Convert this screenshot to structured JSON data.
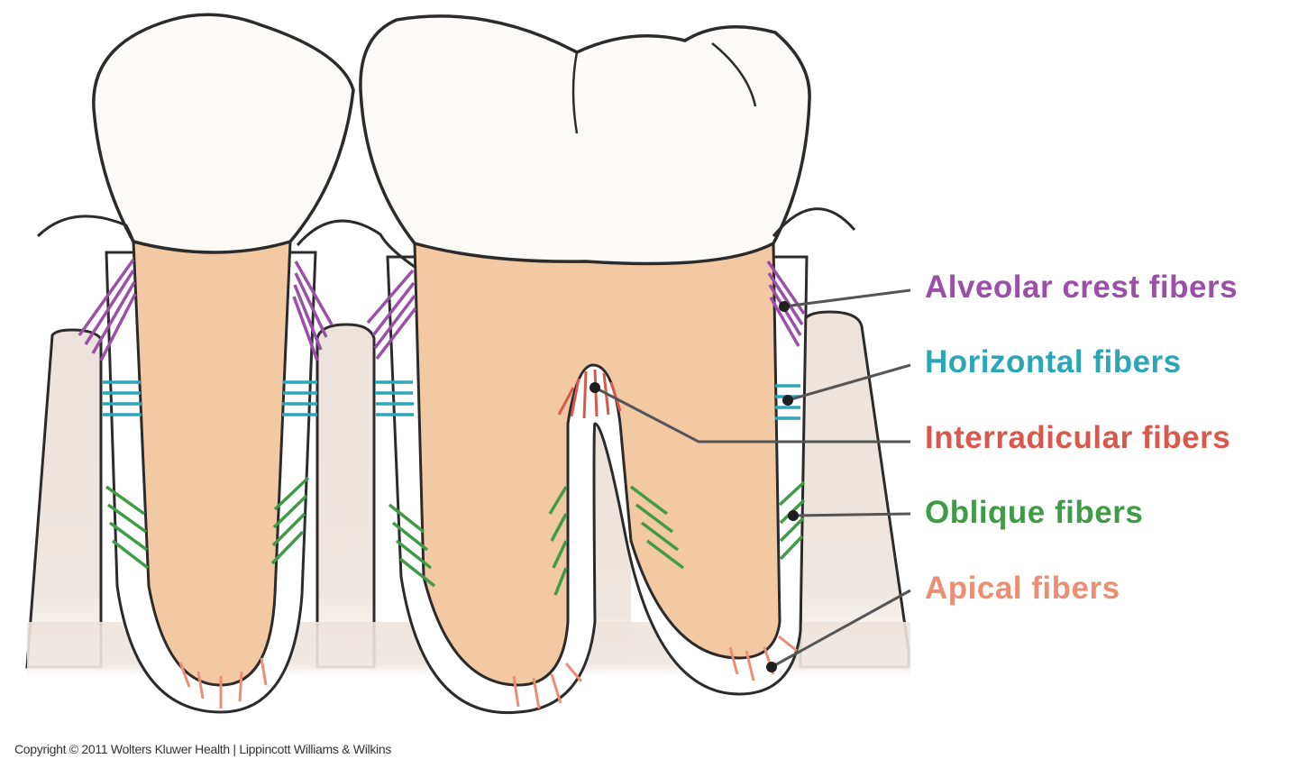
{
  "labels": {
    "alveolar_crest": "Alveolar crest fibers",
    "horizontal": "Horizontal fibers",
    "interradicular": "Interradicular fibers",
    "oblique": "Oblique fibers",
    "apical": "Apical fibers"
  },
  "copyright": "Copyright © 2011 Wolters Kluwer Health | Lippincott Williams & Wilkins",
  "colors": {
    "alveolar_crest": "#9b4fa8",
    "horizontal": "#2ba6b9",
    "interradicular": "#d9584c",
    "oblique": "#3f9b46",
    "apical": "#ec8e73",
    "root": "#f2c9a3",
    "crown": "#fbfaf6",
    "bone": "#eee5de",
    "outline": "#2b2b2b"
  }
}
